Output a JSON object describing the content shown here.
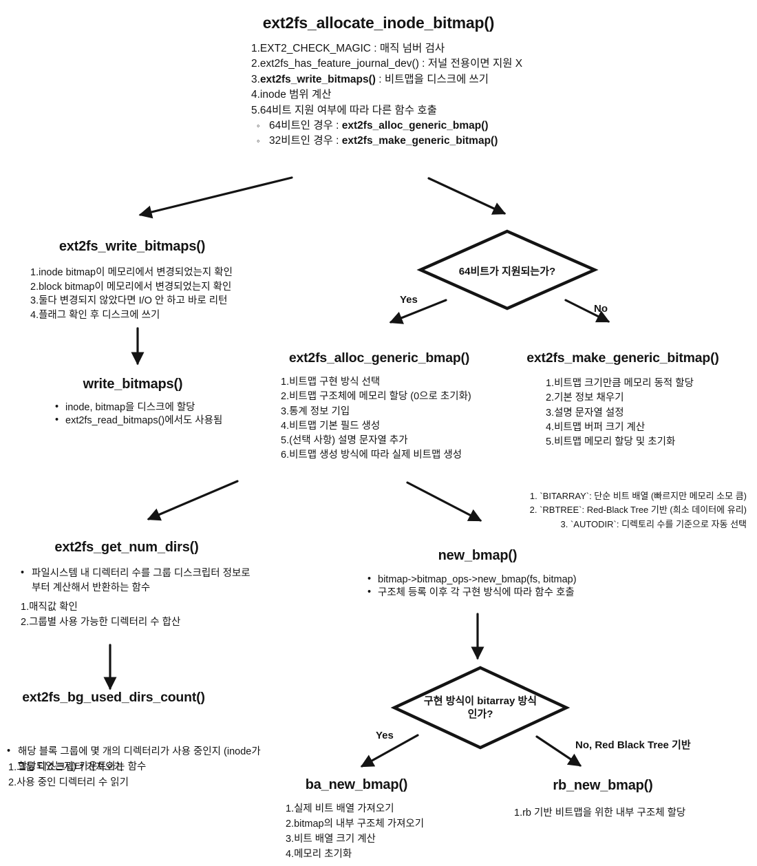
{
  "top": {
    "title": "ext2fs_allocate_inode_bitmap()",
    "items": [
      {
        "pre": "1.EXT2_CHECK_MAGIC : 매직 넘버 검사",
        "bold": "",
        "post": ""
      },
      {
        "pre": "2.ext2fs_has_feature_journal_dev() : 저널 전용이면 지원 X",
        "bold": "",
        "post": ""
      },
      {
        "pre": "3.",
        "bold": "ext2fs_write_bitmaps()",
        "post": " : 비트맵을 디스크에 쓰기"
      },
      {
        "pre": "4.inode 범위 계산",
        "bold": "",
        "post": ""
      },
      {
        "pre": "5.64비트 지원 여부에 따라 다른 함수 호출",
        "bold": "",
        "post": ""
      },
      {
        "pre": "64비트인 경우 : ",
        "bold": "ext2fs_alloc_generic_bmap()",
        "post": ""
      },
      {
        "pre": "32비트인 경우 : ",
        "bold": "ext2fs_make_generic_bitmap()",
        "post": ""
      }
    ]
  },
  "write_bitmaps_outer": {
    "title": "ext2fs_write_bitmaps()",
    "items": [
      "1.inode bitmap이 메모리에서 변경되었는지 확인",
      "2.block bitmap이 메모리에서 변경되었는지 확인",
      "3.둘다 변경되지 않았다면 I/O 안 하고 바로 리턴",
      "4.플래그 확인 후 디스크에 쓰기"
    ]
  },
  "write_bitmaps_inner": {
    "title": "write_bitmaps()",
    "bullets": [
      "inode, bitmap을 디스크에 할당",
      "ext2fs_read_bitmaps()에서도 사용됨"
    ]
  },
  "decision1": {
    "question": "64비트가 지원되는가?",
    "yes": "Yes",
    "no": "No"
  },
  "alloc_generic": {
    "title": "ext2fs_alloc_generic_bmap()",
    "items": [
      "1.비트맵 구현 방식 선택",
      "2.비트맵 구조체에 메모리 할당 (0으로 초기화)",
      "3.통계 정보 기입",
      "4.비트맵 기본 필드 생성",
      "5.(선택 사항) 설명 문자열 추가",
      "6.비트맵 생성 방식에 따라 실제 비트맵 생성"
    ]
  },
  "make_generic": {
    "title": "ext2fs_make_generic_bitmap()",
    "items": [
      "1.비트맵 크기만큼 메모리 동적 할당",
      "2.기본 정보 채우기",
      "3.설명 문자열 설정",
      "4.비트맵 버퍼 크기 계산",
      "5.비트맵 메모리 할당 및 초기화"
    ]
  },
  "get_num_dirs": {
    "title": "ext2fs_get_num_dirs()",
    "bullet": "파일시스템 내 디렉터리 수를 그룹 디스크립터 정보로부터 계산해서 반환하는 함수",
    "items": [
      "1.매직값 확인",
      "2.그룹별 사용 가능한 디렉터리 수 합산"
    ]
  },
  "bg_used_dirs": {
    "title": "ext2fs_bg_used_dirs_count()",
    "bullet": "해당 블록 그룹에 몇 개의 디렉터리가 사용 중인지 (inode가 할당되었는지) 카운트하는 함수",
    "items": [
      "1.그룹 디스크립터 가져오기",
      "2.사용 중인 디렉터리 수 읽기"
    ]
  },
  "new_bmap": {
    "title": "new_bmap()",
    "bullets": [
      "bitmap->bitmap_ops->new_bmap(fs, bitmap)",
      "구조체 등록 이후 각 구현 방식에 따라 함수 호출"
    ]
  },
  "impl_note": {
    "items": [
      "1. `BITARRAY`: 단순 비트 배열 (빠르지만 메모리 소모 큼)",
      "2. `RBTREE`: Red-Black Tree 기반 (희소 데이터에 유리)",
      "3. `AUTODIR`: 디렉토리 수를 기준으로 자동 선택"
    ]
  },
  "decision2": {
    "question": "구현 방식이 bitarray 방식인가?",
    "yes": "Yes",
    "no": "No, Red Black Tree 기반"
  },
  "ba_new_bmap": {
    "title": "ba_new_bmap()",
    "items": [
      "1.실제 비트 배열 가져오기",
      "2.bitmap의 내부 구조체 가져오기",
      "3.비트 배열 크기 계산",
      "4.메모리 초기화"
    ]
  },
  "rb_new_bmap": {
    "title": "rb_new_bmap()",
    "items": [
      "1.rb 기반 비트맵을 위한 내부 구조체 할당"
    ]
  }
}
